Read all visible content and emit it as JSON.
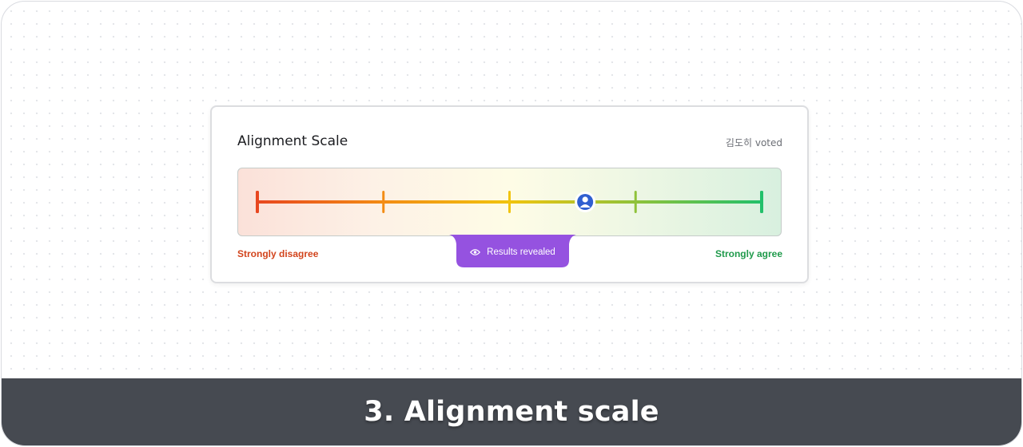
{
  "card": {
    "title": "Alignment Scale",
    "voted": "김도히 voted"
  },
  "scale": {
    "left_label": "Strongly disagree",
    "right_label": "Strongly agree",
    "tick_count": 5,
    "vote_value": 0.65,
    "marker_icon": "user-avatar-icon"
  },
  "reveal": {
    "label": "Results revealed",
    "icon": "eye-icon"
  },
  "footer": {
    "title": "3. Alignment scale"
  },
  "colors": {
    "disagree": "#d2441c",
    "agree": "#1f9a4b",
    "reveal_tab": "#9552e0",
    "footer_bg": "#464a51"
  }
}
